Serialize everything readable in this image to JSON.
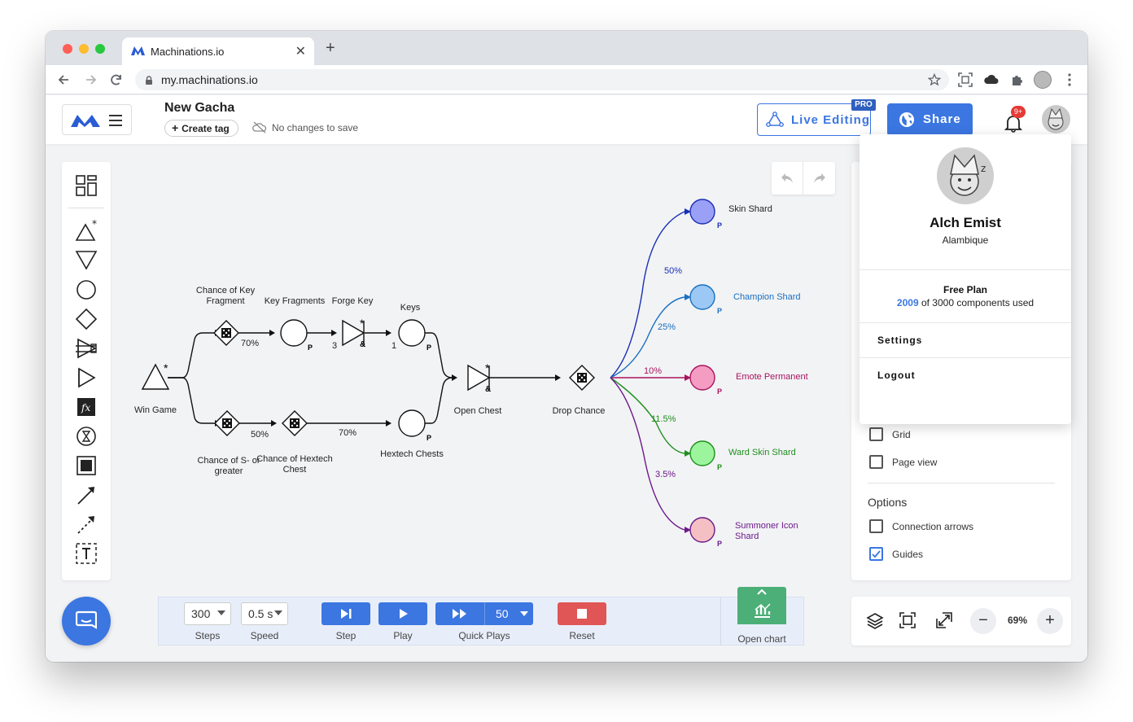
{
  "browser": {
    "tab_title": "Machinations.io",
    "new_tab": "+",
    "close": "✕",
    "url": "my.machinations.io"
  },
  "header": {
    "project_title": "New Gacha",
    "create_tag": "Create tag",
    "save_status": "No changes to save",
    "live_editing": "Live Editing",
    "pro_badge": "PRO",
    "share": "Share",
    "notifications_count": "9+"
  },
  "profile_menu": {
    "name": "Alch Emist",
    "org": "Alambique",
    "plan": "Free Plan",
    "usage_used": "2009",
    "usage_rest": "of 3000 components used",
    "settings": "Settings",
    "logout": "Logout"
  },
  "right_panel": {
    "grid_label": "Grid",
    "grid_checked": false,
    "page_view_label": "Page view",
    "page_view_checked": false,
    "options_heading": "Options",
    "connection_arrows_label": "Connection arrows",
    "connection_arrows_checked": false,
    "guides_label": "Guides",
    "guides_checked": true
  },
  "diagram": {
    "win_game": "Win Game",
    "chance_key_fragment": "Chance of Key Fragment",
    "key_fragments": "Key Fragments",
    "forge_key": "Forge Key",
    "keys": "Keys",
    "chance_s": "Chance of S- or greater",
    "chance_hextech": "Chance of Hextech Chest",
    "hextech_chests": "Hextech Chests",
    "open_chest": "Open Chest",
    "drop_chance": "Drop Chance",
    "pct_70a": "70%",
    "pct_50a": "50%",
    "pct_70b": "70%",
    "num_3": "3",
    "num_1": "1",
    "pool_marker": "P",
    "and_marker": "&",
    "star_marker": "*",
    "outputs": [
      {
        "label": "Skin Shard",
        "pct": "50%",
        "color": "#1a2fb5",
        "fill": "#9aa0f5"
      },
      {
        "label": "Champion Shard",
        "pct": "25%",
        "color": "#1a6fc0",
        "fill": "#9cc8f5"
      },
      {
        "label": "Emote Permanent",
        "pct": "10%",
        "color": "#a8145e",
        "fill": "#f59cc3"
      },
      {
        "label": "Ward Skin Shard",
        "pct": "11.5%",
        "color": "#1e8f1e",
        "fill": "#9cf59c"
      },
      {
        "label": "Summoner Icon Shard",
        "pct": "3.5%",
        "color": "#6b1a8a",
        "fill": "#f5c0c4"
      }
    ]
  },
  "simulation": {
    "steps_value": "300",
    "steps_label": "Steps",
    "speed_value": "0.5 s",
    "speed_label": "Speed",
    "step_label": "Step",
    "play_label": "Play",
    "quick_plays_value": "50",
    "quick_plays_label": "Quick Plays",
    "reset_label": "Reset",
    "open_chart_label": "Open chart"
  },
  "zoom": {
    "level": "69%",
    "minus": "−",
    "plus": "+"
  },
  "colors": {
    "accent": "#3b76e1",
    "reset": "#e05555",
    "chart_green": "#4caf78"
  }
}
